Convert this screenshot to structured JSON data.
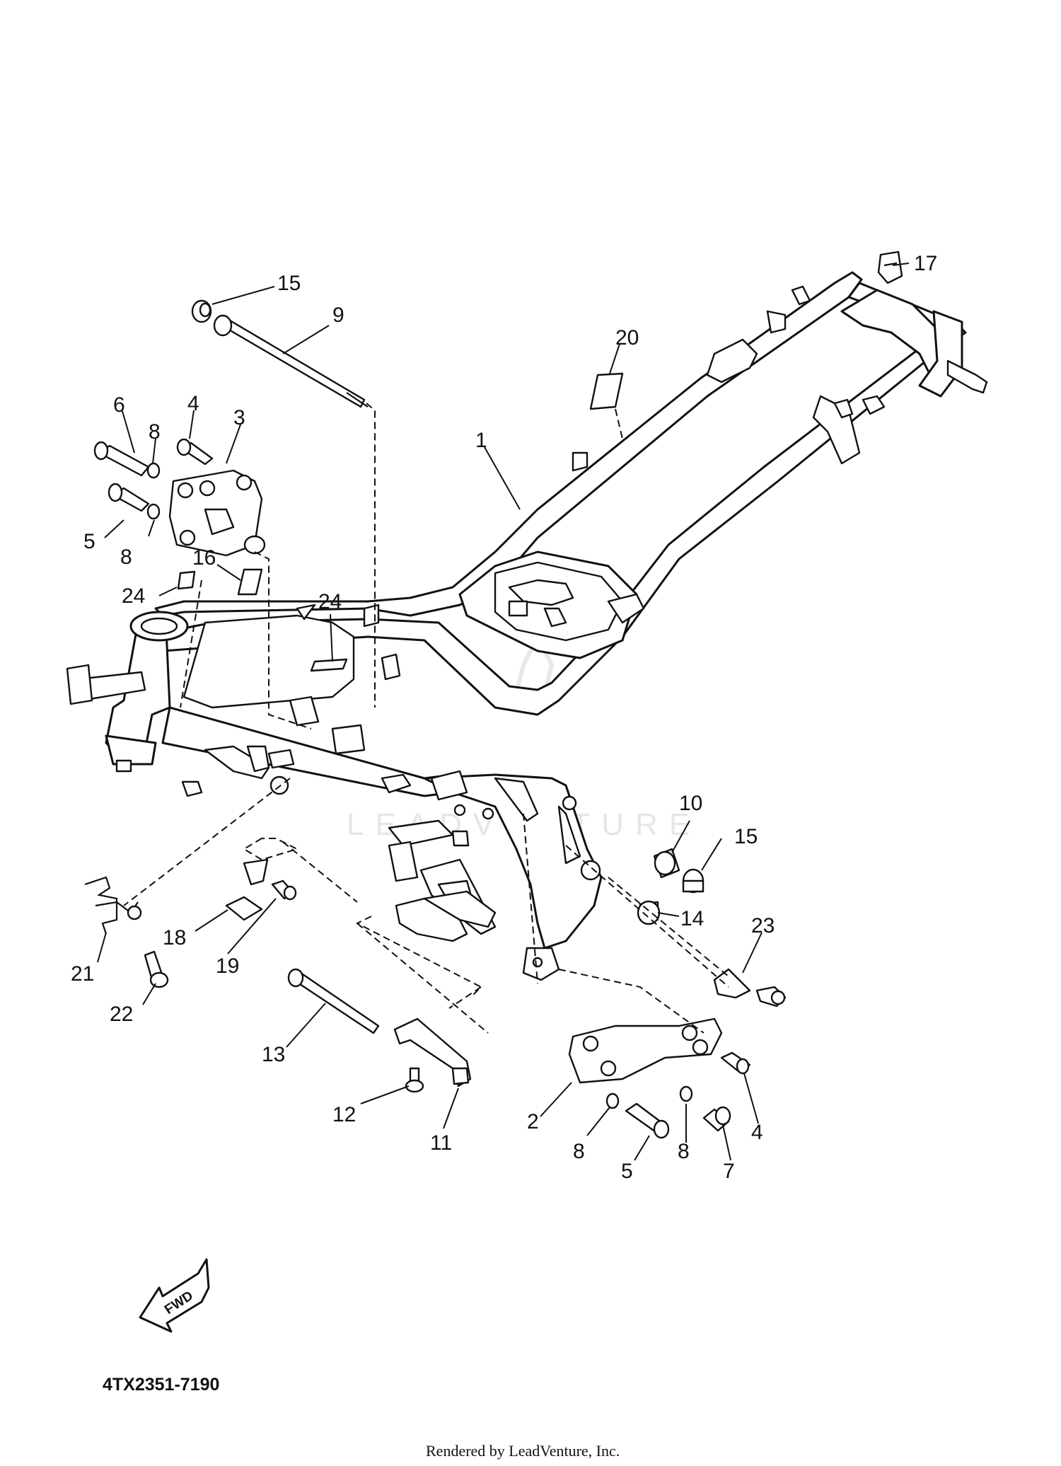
{
  "diagram": {
    "callouts": {
      "c1": "1",
      "c2": "2",
      "c3": "3",
      "c4a": "4",
      "c4b": "4",
      "c5a": "5",
      "c5b": "5",
      "c6": "6",
      "c7": "7",
      "c8a": "8",
      "c8b": "8",
      "c8c": "8",
      "c8d": "8",
      "c9": "9",
      "c10": "10",
      "c11": "11",
      "c12": "12",
      "c13": "13",
      "c14": "14",
      "c15a": "15",
      "c15b": "15",
      "c16": "16",
      "c17": "17",
      "c18": "18",
      "c19": "19",
      "c20": "20",
      "c21": "21",
      "c22": "22",
      "c23": "23",
      "c24a": "24",
      "c24b": "24"
    },
    "fwd_label": "FWD",
    "drawing_code": "4TX2351-7190",
    "watermark": "LEADVENTURE",
    "credit": "Rendered by LeadVenture, Inc."
  }
}
